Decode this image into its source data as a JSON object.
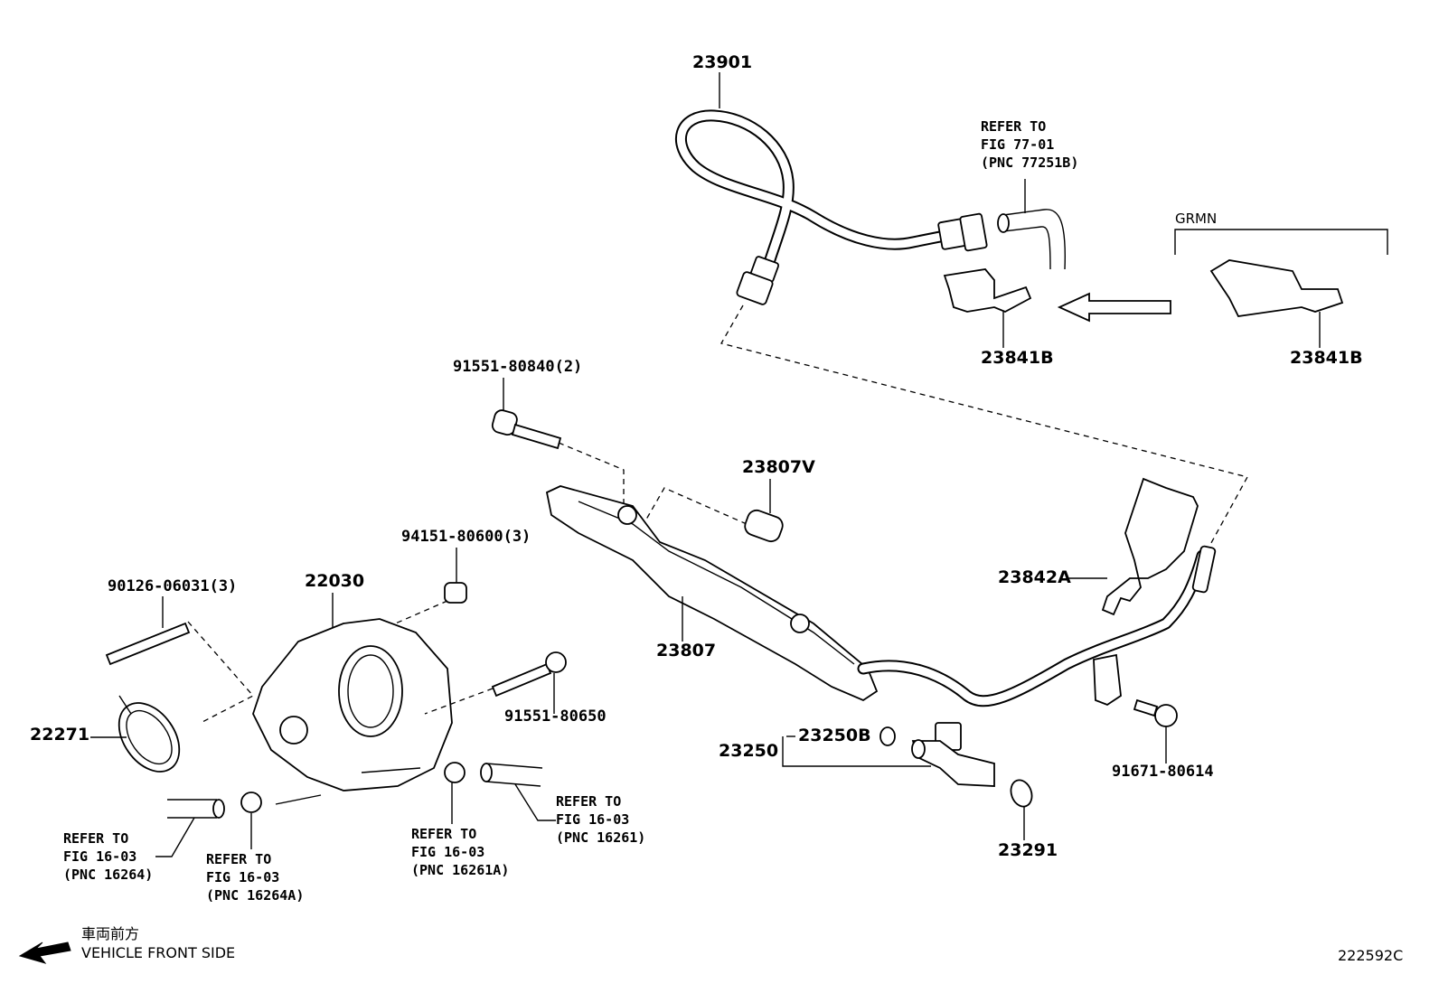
{
  "parts": {
    "p23901": "23901",
    "p23841B_left": "23841B",
    "p23841B_right": "23841B",
    "p91551_80840": "91551-80840(2)",
    "p23807V": "23807V",
    "p94151": "94151-80600(3)",
    "p90126": "90126-06031(3)",
    "p22030": "22030",
    "p22271": "22271",
    "p23807": "23807",
    "p91551_80650": "91551-80650",
    "p23842A": "23842A",
    "p23250B": "23250B",
    "p23250": "23250",
    "p91671": "91671-80614",
    "p23291": "23291"
  },
  "variant": "GRMN",
  "refs": {
    "r77": [
      "REFER TO",
      "FIG 77-01",
      "(PNC 77251B)"
    ],
    "r16264": [
      "REFER TO",
      "FIG 16-03",
      "(PNC 16264)"
    ],
    "r16264A": [
      "REFER TO",
      "FIG 16-03",
      "(PNC 16264A)"
    ],
    "r16261A": [
      "REFER TO",
      "FIG 16-03",
      "(PNC 16261A)"
    ],
    "r16261": [
      "REFER TO",
      "FIG 16-03",
      "(PNC 16261)"
    ]
  },
  "direction": {
    "jp": "車両前方",
    "en": "VEHICLE FRONT SIDE"
  },
  "figure_code": "222592C"
}
